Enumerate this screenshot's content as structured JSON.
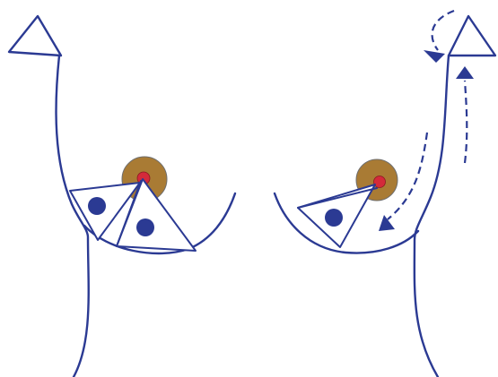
{
  "diagram": {
    "type": "anatomical schematic",
    "colors": {
      "outline": "#2B3A93",
      "dot": "#2B3A93",
      "areola": "#A97B34",
      "nipple": "#D42A3A",
      "arrow": "#2B3A93",
      "background": "#FFFFFF"
    },
    "panels": [
      {
        "side": "left",
        "triangles": 3,
        "dots": 2,
        "arrows": 0
      },
      {
        "side": "right",
        "triangles": 2,
        "dots": 1,
        "arrows": 3
      }
    ]
  }
}
